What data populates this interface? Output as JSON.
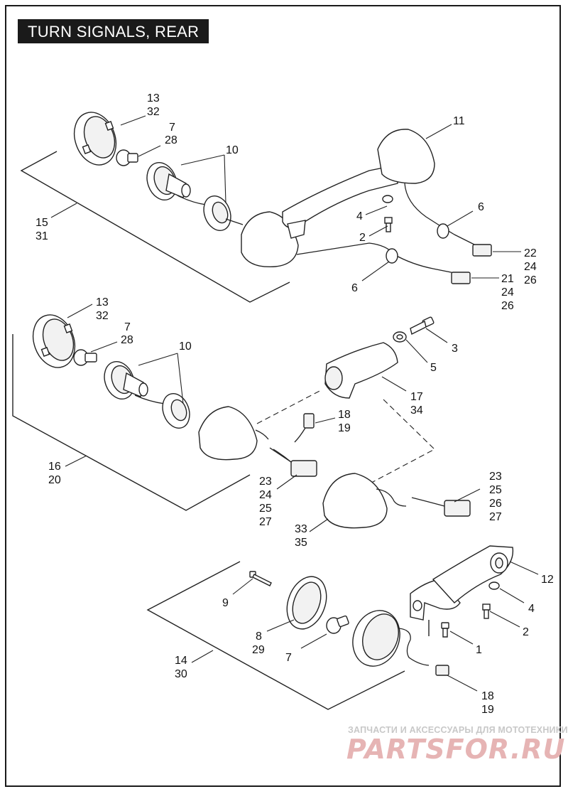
{
  "page": {
    "title": "TURN SIGNALS, REAR"
  },
  "callouts": {
    "c13_a": "13",
    "c32_a": "32",
    "c7_a": "7",
    "c28_a": "28",
    "c10_a": "10",
    "c11": "11",
    "c15": "15",
    "c31": "31",
    "c4_a": "4",
    "c2_a": "2",
    "c6_a": "6",
    "c6_b": "6",
    "c22": "22",
    "c24_a": "24",
    "c26_a": "26",
    "c21": "21",
    "c24_b": "24",
    "c26_b": "26",
    "c13_b": "13",
    "c32_b": "32",
    "c7_b": "7",
    "c28_b": "28",
    "c10_b": "10",
    "c3": "3",
    "c5": "5",
    "c17": "17",
    "c34": "34",
    "c18_a": "18",
    "c19_a": "19",
    "c16": "16",
    "c20": "20",
    "c23_a": "23",
    "c24_c": "24",
    "c25_a": "25",
    "c27_a": "27",
    "c23_b": "23",
    "c25_b": "25",
    "c26_c": "26",
    "c27_b": "27",
    "c33": "33",
    "c35": "35",
    "c12": "12",
    "c9": "9",
    "c4_b": "4",
    "c2_b": "2",
    "c8": "8",
    "c29": "29",
    "c7_c": "7",
    "c1": "1",
    "c14": "14",
    "c30": "30",
    "c18_b": "18",
    "c19_b": "19"
  },
  "watermark": {
    "tagline": "ЗАПЧАСТИ И АКСЕССУАРЫ ДЛЯ МОТОТЕХНИКИ",
    "logo": "PARTSFOR.RU"
  }
}
